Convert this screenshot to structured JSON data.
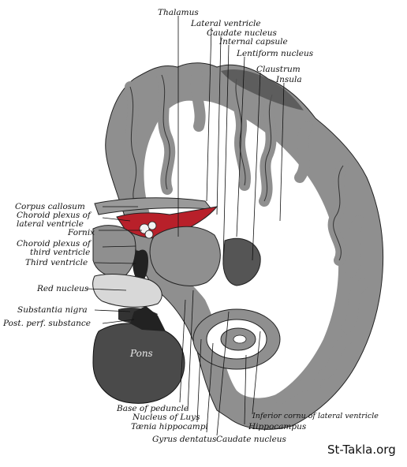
{
  "labels": {
    "thalamus": "Thalamus",
    "lateral_ventricle": "Lateral ventricle",
    "caudate_nucleus_top": "Caudate nucleus",
    "internal_capsule": "Internal capsule",
    "lentiform_nucleus": "Lentiform nucleus",
    "claustrum": "Claustrum",
    "insula": "Insula",
    "corpus_callosum": "Corpus callosum",
    "choroid_plexus_lateral_1": "Choroid plexus of",
    "choroid_plexus_lateral_2": "lateral ventricle",
    "fornix": "Fornix",
    "choroid_plexus_third_1": "Choroid plexus of",
    "choroid_plexus_third_2": "third ventricle",
    "third_ventricle": "Third ventricle",
    "red_nucleus": "Red nucleus",
    "substantia_nigra": "Substantia nigra",
    "post_perf_substance": "Post. perf. substance",
    "pons": "Pons",
    "base_of_peduncle": "Base of peduncle",
    "nucleus_of_luys": "Nucleus of Luys",
    "taenia_hippocampi": "Tænia hippocampi",
    "gyrus_dentatus": "Gyrus dentatus",
    "caudate_nucleus_bottom": "Caudate nucleus",
    "inferior_cornu": "Inferior cornu of lateral ventricle",
    "hippocampus": "Hippocampus"
  },
  "watermark": "St-Takla.org",
  "colors": {
    "grey_matter": "#8f8f8f",
    "dark_matter": "#555555",
    "white_matter": "#ffffff",
    "choroid": "#b8202a",
    "pons": "#4a4a4a"
  }
}
